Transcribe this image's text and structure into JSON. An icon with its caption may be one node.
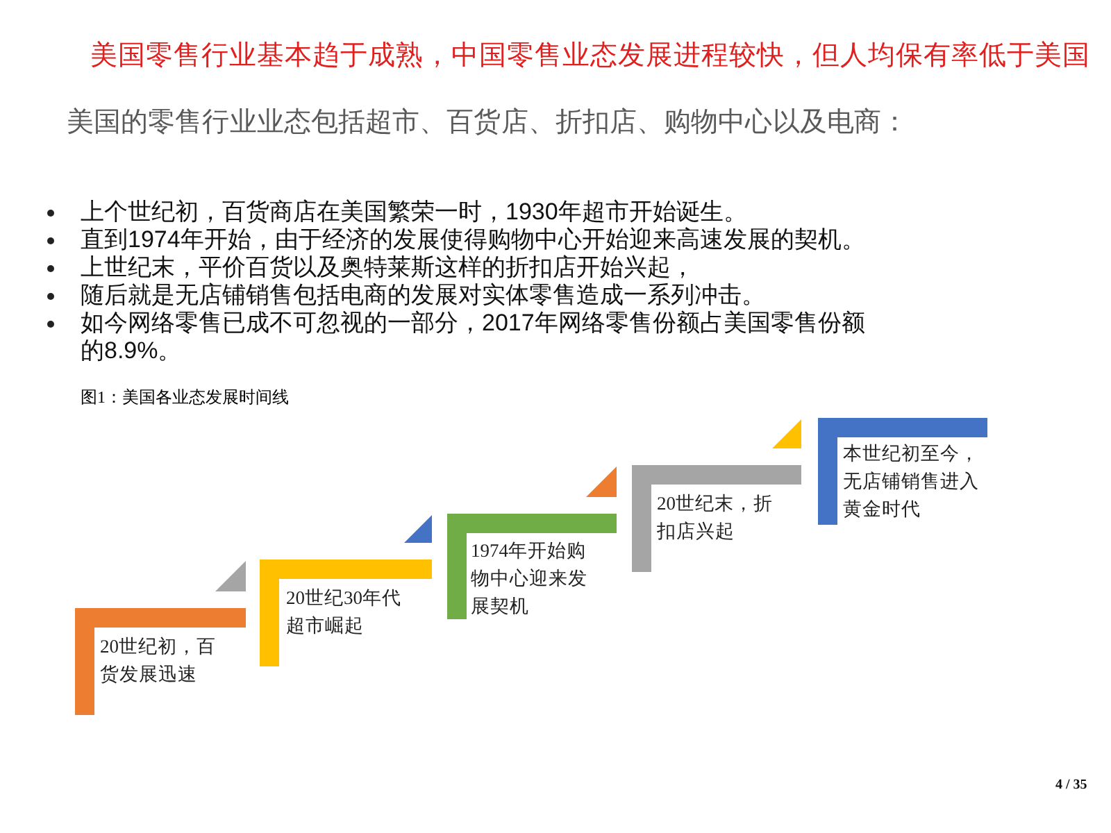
{
  "diagram": {
    "title": "美国零售行业基本趋于成熟，中国零售业态发展进程较快，但人均保有率低于美国",
    "caption": "图1：美国各业态发展时间线",
    "nodes": [
      {
        "text": [
          "20世纪初，百货发展迅速"
        ]
      },
      {
        "text": [
          "20世纪30年代超市崛起"
        ]
      },
      {
        "text": [
          "1974年开始购物中心迎来发展契机"
        ]
      },
      {
        "text": [
          "20世纪末，折扣店兴起"
        ]
      },
      {
        "text": [
          "本世纪初至今，无店铺销售进入黄金时代"
        ]
      }
    ],
    "edges": [
      {
        "from": 1,
        "to": 0,
        "arrow": "to"
      },
      {
        "from": 2,
        "to": 1,
        "arrow": "to"
      },
      {
        "from": 3,
        "to": 2,
        "arrow": "to"
      },
      {
        "from": 4,
        "to": 3,
        "arrow": "to"
      }
    ],
    "labels": [
      "美国的零售行业业态包括超市、百货店、折扣店、购物中心以及电商：",
      "上个世纪初，百货商店在美国繁荣一时，1930年超市开始诞生。",
      "直到1974年开始，由于经济的发展使得购物中心开始迎来高速发展的契机。",
      "上世纪末，平价百货以及奥特莱斯这样的折扣店开始兴起，",
      "随后就是无店铺销售包括电商的发展对实体零售造成一系列冲击。",
      "如今网络零售已成不可忽视的一部分，2017年网络零售份额占美国零售份额的8.9%。",
      "4 / 35"
    ]
  }
}
